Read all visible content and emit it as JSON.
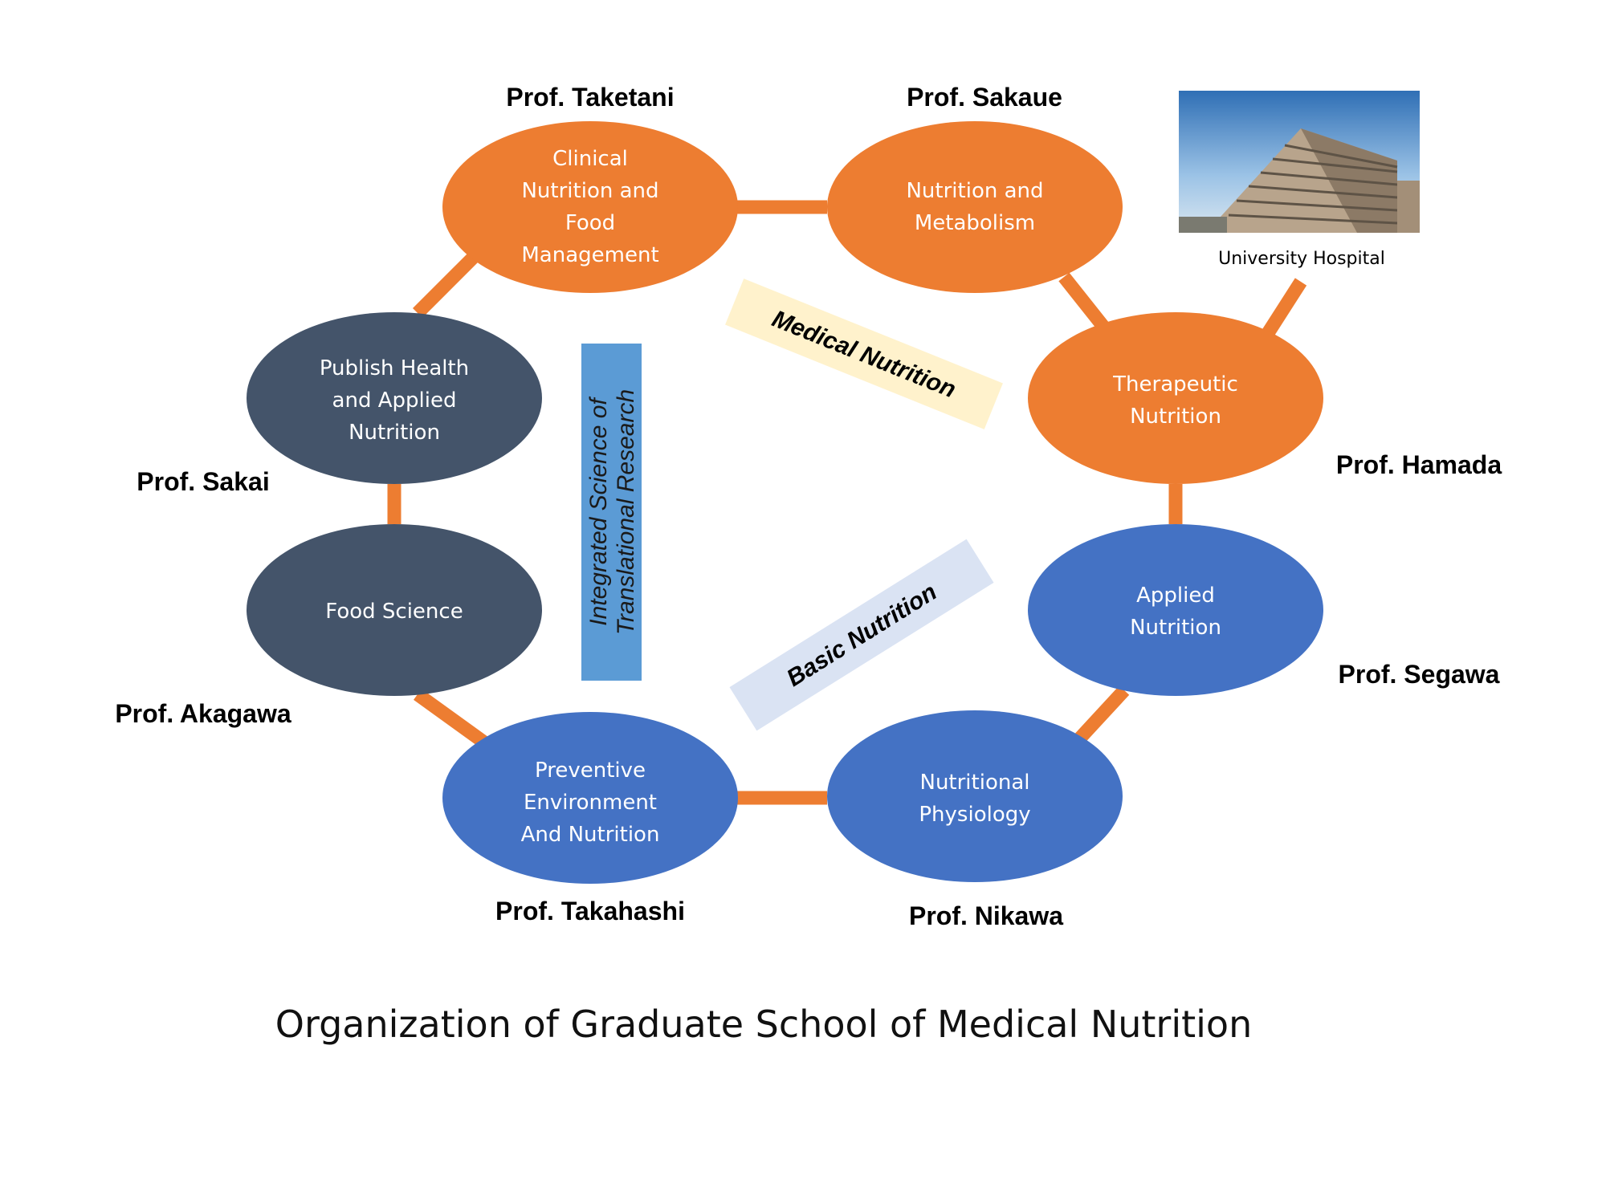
{
  "colors": {
    "medical": "#ED7D31",
    "public": "#44546A",
    "basic": "#4472C4",
    "connector": "#ED7D31",
    "research_box": "#5B9BD5",
    "medical_band": "#FFF2CC",
    "basic_band": "#DAE3F3"
  },
  "nodes": {
    "clinical": {
      "lines": [
        "Clinical",
        "Nutrition and",
        "Food",
        "Management"
      ],
      "professor": "Prof. Taketani"
    },
    "metabolism": {
      "lines": [
        "Nutrition and",
        "Metabolism"
      ],
      "professor": "Prof. Sakaue"
    },
    "therapeutic": {
      "lines": [
        "Therapeutic",
        "Nutrition"
      ],
      "professor": "Prof. Hamada"
    },
    "applied": {
      "lines": [
        "Applied",
        "Nutrition"
      ],
      "professor": "Prof. Segawa"
    },
    "physiology": {
      "lines": [
        "Nutritional",
        "Physiology"
      ],
      "professor": "Prof. Nikawa"
    },
    "preventive": {
      "lines": [
        "Preventive",
        "Environment",
        "And Nutrition"
      ],
      "professor": "Prof. Takahashi"
    },
    "food_science": {
      "lines": [
        "Food Science"
      ],
      "professor": "Prof. Akagawa"
    },
    "public_health": {
      "lines": [
        "Publish Health",
        "and Applied",
        "Nutrition"
      ],
      "professor": "Prof. Sakai"
    }
  },
  "hospital": {
    "label": "University Hospital"
  },
  "bands": {
    "medical": "Medical Nutrition",
    "basic": "Basic Nutrition"
  },
  "research_box": {
    "lines": [
      "Integrated Science of",
      "Translational Research"
    ]
  },
  "title": "Organization of Graduate School of Medical Nutrition"
}
